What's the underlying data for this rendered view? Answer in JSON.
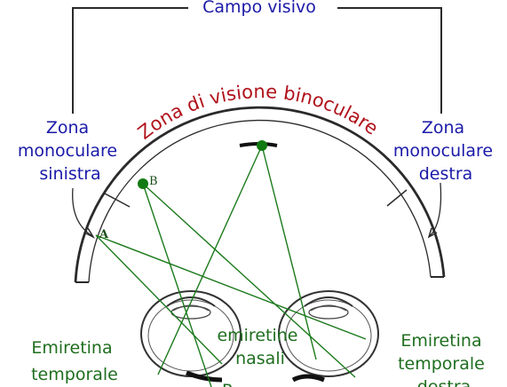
{
  "title": "Campo visivo",
  "arc_label": "Zona di visione binoculare",
  "left_zone": [
    "Zona",
    "monoculare",
    "sinistra"
  ],
  "right_zone": [
    "Zona",
    "monoculare",
    "destra"
  ],
  "emiretina_left": [
    "Emiretina",
    "temporale"
  ],
  "emiretina_right": [
    "Emiretina",
    "temporale",
    "destra"
  ],
  "emiretine_nasali": [
    "emiretine",
    "nasali"
  ],
  "point_a": "A",
  "point_b": "B",
  "bottom_cut": "R",
  "colors": {
    "label_blue": "#1a1aa8",
    "label_green": "#1f6e1f",
    "arc_red": "#b0121b",
    "ray_green": "#1c7a1c",
    "ink": "#2a2a2a"
  }
}
